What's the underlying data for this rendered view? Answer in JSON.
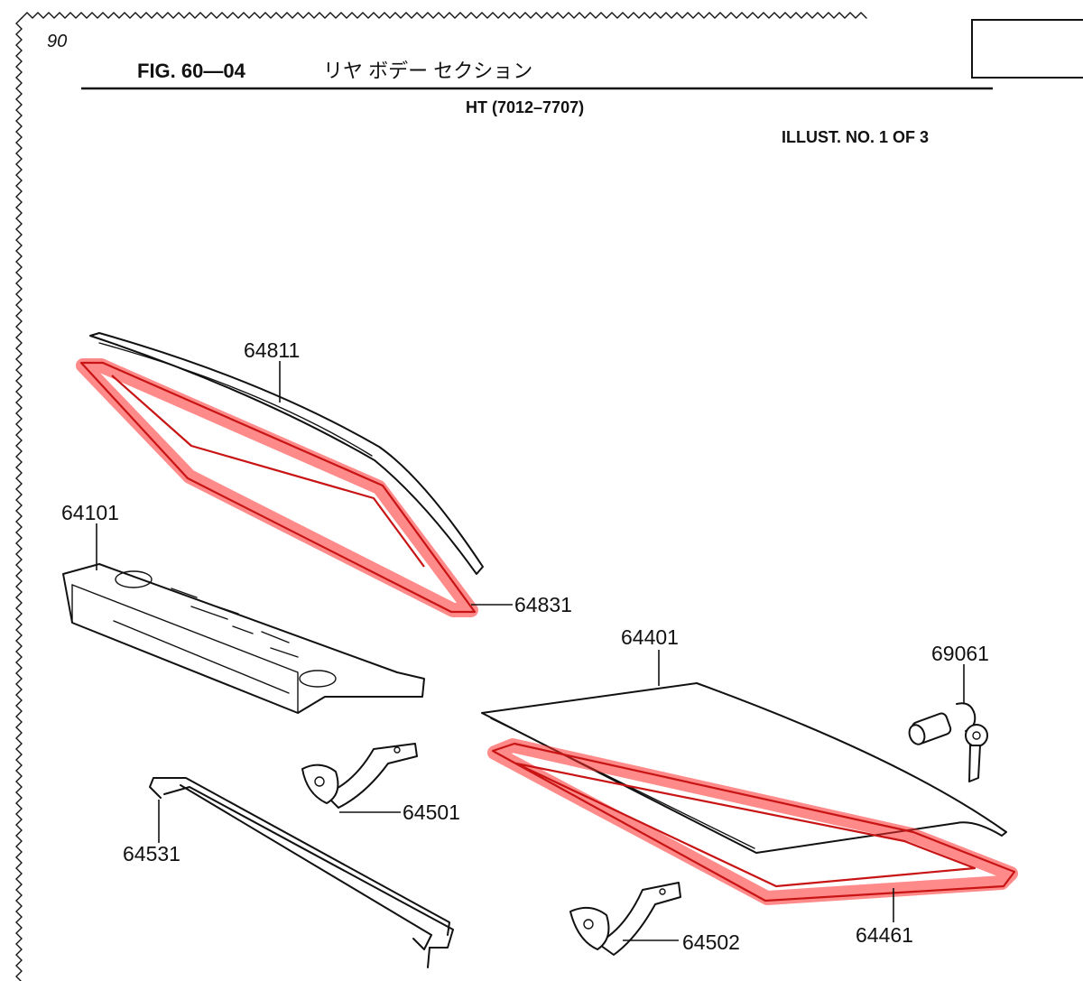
{
  "page": {
    "page_number": "90",
    "figure_title": "FIG. 60—04",
    "section_title_jp": "リヤ ボデー セクション",
    "model_range": "HT (7012–7707)",
    "illust_no": "ILLUST. NO. 1 OF 3"
  },
  "parts": [
    {
      "id": "64811",
      "label": "64811",
      "highlighted": false
    },
    {
      "id": "64831",
      "label": "64831",
      "highlighted": true
    },
    {
      "id": "64101",
      "label": "64101",
      "highlighted": false
    },
    {
      "id": "64401",
      "label": "64401",
      "highlighted": false
    },
    {
      "id": "69061",
      "label": "69061",
      "highlighted": false
    },
    {
      "id": "64501",
      "label": "64501",
      "highlighted": false
    },
    {
      "id": "64531",
      "label": "64531",
      "highlighted": false
    },
    {
      "id": "64502",
      "label": "64502",
      "highlighted": false
    },
    {
      "id": "64461",
      "label": "64461",
      "highlighted": true
    }
  ],
  "colors": {
    "highlight": "#ff2a2a",
    "ink": "#111111",
    "paper": "#ffffff"
  }
}
